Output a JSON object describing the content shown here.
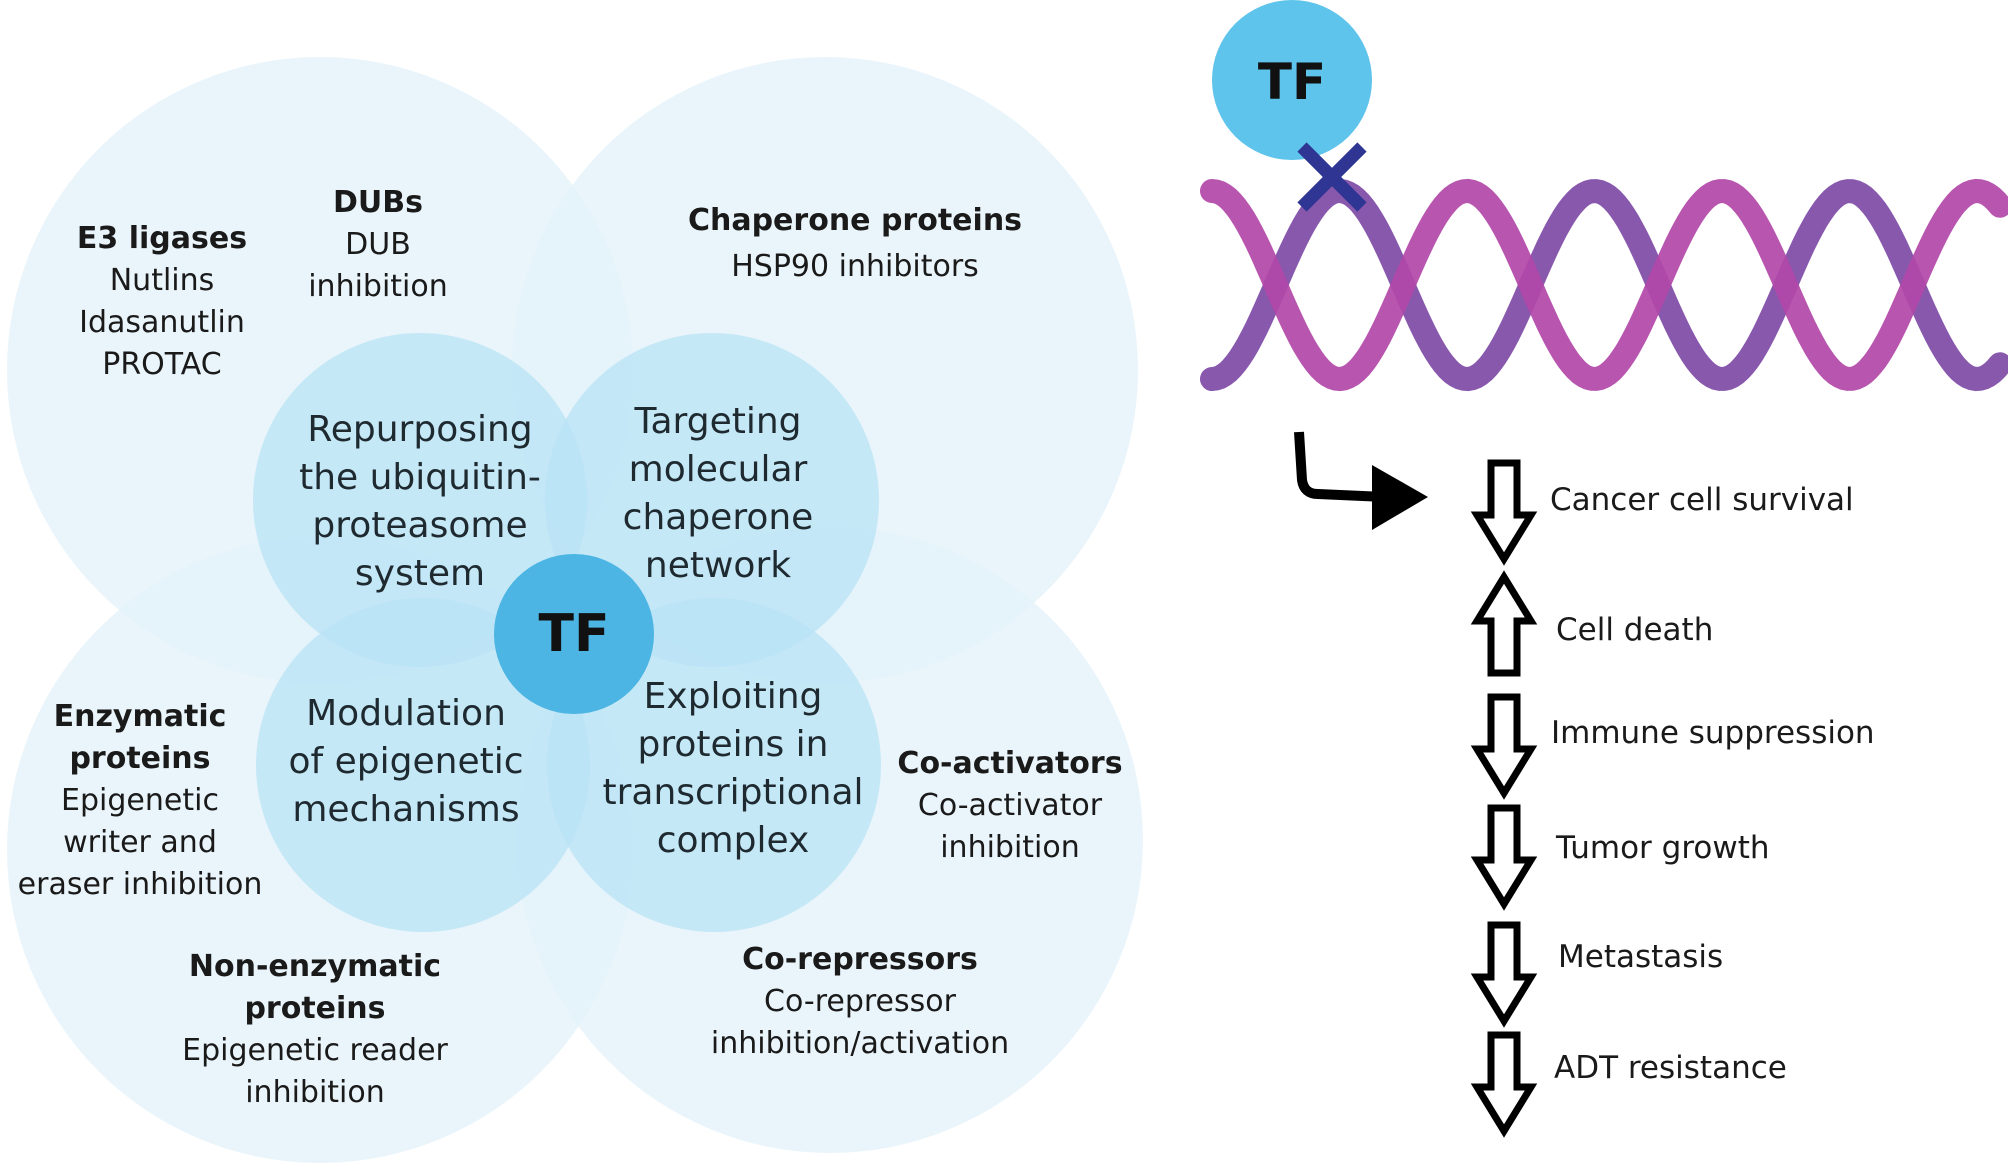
{
  "colors": {
    "outer_circle": "#e3f2fa",
    "inner_circle": "#bfe6f6",
    "tf_center": "#4cb5e4",
    "tf_top": "#5fc4ec",
    "strand_a": "#b147a8",
    "strand_b": "#7e4aa6",
    "cross": "#2e3592",
    "arrow": "#000000"
  },
  "center_tf": "TF",
  "inner_circles": {
    "ups": [
      "Repurposing",
      "the ubiquitin-",
      "proteasome",
      "system"
    ],
    "chaperone": [
      "Targeting",
      "molecular",
      "chaperone",
      "network"
    ],
    "epigenetic": [
      "Modulation",
      "of epigenetic",
      "mechanisms"
    ],
    "transcriptional": [
      "Exploiting",
      "proteins in",
      "transcriptional",
      "complex"
    ]
  },
  "outer_labels": {
    "e3": {
      "title": "E3 ligases",
      "lines": [
        "Nutlins",
        "Idasanutlin",
        "PROTAC"
      ]
    },
    "dubs": {
      "title": "DUBs",
      "lines": [
        "DUB",
        "inhibition"
      ]
    },
    "chaperone": {
      "title": "Chaperone proteins",
      "lines": [
        "HSP90 inhibitors"
      ]
    },
    "enzymatic": {
      "title": [
        "Enzymatic",
        "proteins"
      ],
      "lines": [
        "Epigenetic",
        "writer and",
        "eraser inhibition"
      ]
    },
    "nonenzymatic": {
      "title": [
        "Non-enzymatic",
        "proteins"
      ],
      "lines": [
        "Epigenetic reader",
        "inhibition"
      ]
    },
    "coactivators": {
      "title": "Co-activators",
      "lines": [
        "Co-activator",
        "inhibition"
      ]
    },
    "corepressors": {
      "title": "Co-repressors",
      "lines": [
        "Co-repressor",
        "inhibition/activation"
      ]
    }
  },
  "dna_panel": {
    "tf_label": "TF",
    "outcomes": [
      {
        "direction": "down",
        "label": "Cancer cell survival"
      },
      {
        "direction": "up",
        "label": "Cell death"
      },
      {
        "direction": "down",
        "label": "Immune suppression"
      },
      {
        "direction": "down",
        "label": "Tumor growth"
      },
      {
        "direction": "down",
        "label": "Metastasis"
      },
      {
        "direction": "down",
        "label": "ADT resistance"
      }
    ]
  }
}
